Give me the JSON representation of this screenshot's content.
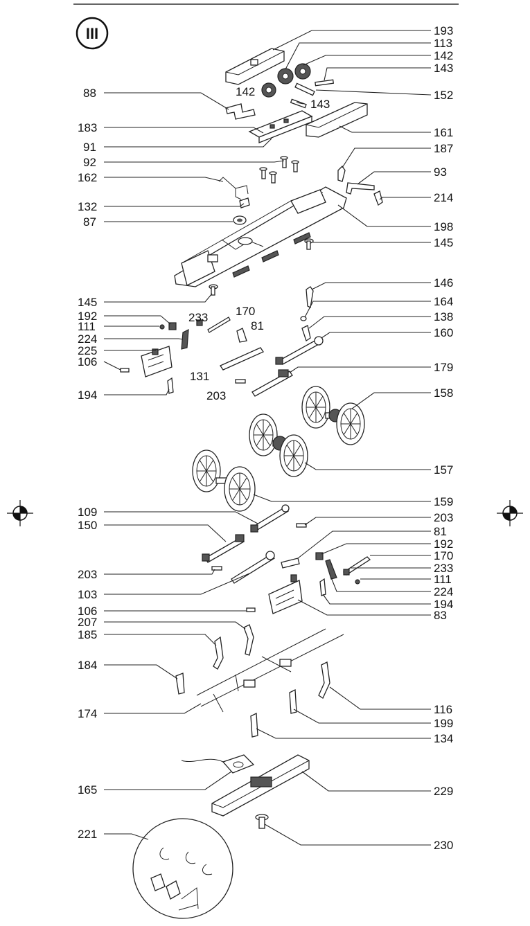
{
  "section_marker": "III",
  "colors": {
    "ink": "#111111",
    "paper": "#ffffff"
  },
  "callouts": {
    "c193": "193",
    "c113": "113",
    "c142a": "142",
    "c143a": "143",
    "c142b": "142",
    "c152": "152",
    "c88": "88",
    "c143b": "143",
    "c183": "183",
    "c161": "161",
    "c91": "91",
    "c187": "187",
    "c92": "92",
    "c93": "93",
    "c162": "162",
    "c214": "214",
    "c132": "132",
    "c87": "87",
    "c198": "198",
    "c145a": "145",
    "c146": "146",
    "c145b": "145",
    "c164": "164",
    "c192a": "192",
    "c170a": "170",
    "c233a": "233",
    "c81a": "81",
    "c138": "138",
    "c111a": "111",
    "c224a": "224",
    "c160": "160",
    "c225": "225",
    "c106a": "106",
    "c131": "131",
    "c179": "179",
    "c194a": "194",
    "c203a": "203",
    "c158": "158",
    "c157": "157",
    "c159": "159",
    "c109": "109",
    "c203b": "203",
    "c150": "150",
    "c81b": "81",
    "c192b": "192",
    "c170b": "170",
    "c203c": "203",
    "c233b": "233",
    "c111b": "111",
    "c103": "103",
    "c224b": "224",
    "c194b": "194",
    "c106b": "106",
    "c83": "83",
    "c207": "207",
    "c185": "185",
    "c184": "184",
    "c116": "116",
    "c174": "174",
    "c199": "199",
    "c134": "134",
    "c165": "165",
    "c229": "229",
    "c221": "221",
    "c230": "230"
  }
}
